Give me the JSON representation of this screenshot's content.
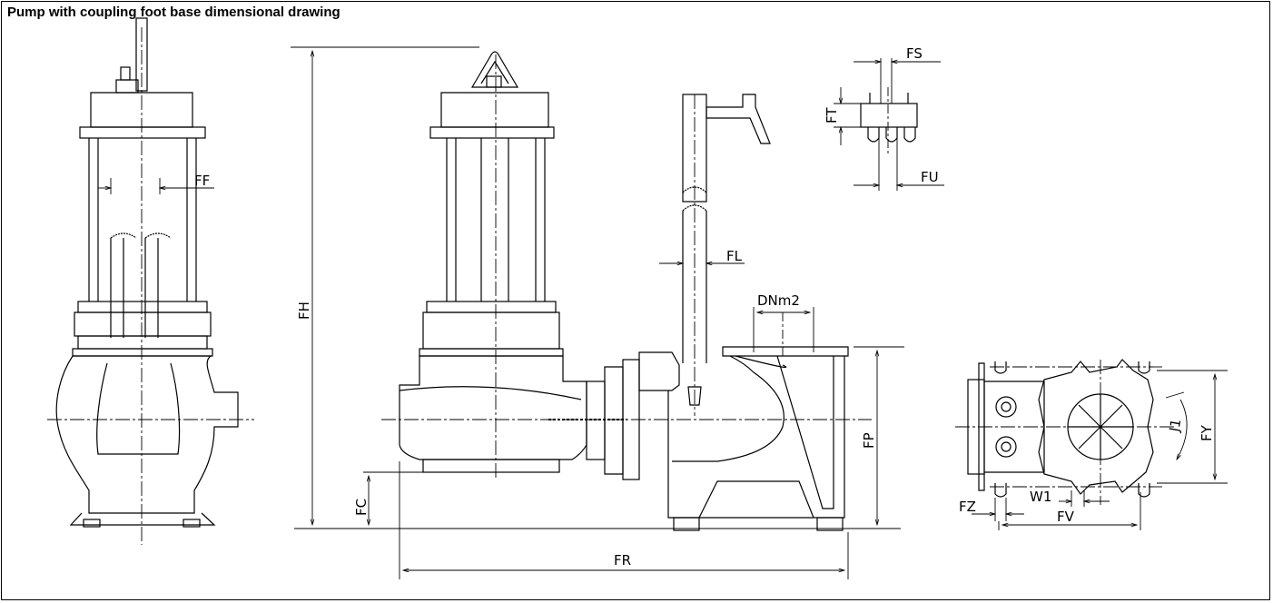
{
  "title": "Pump with coupling foot base dimensional drawing",
  "dimensions": {
    "FF": "FF",
    "FH": "FH",
    "FC": "FC",
    "FR": "FR",
    "FL": "FL",
    "DNm2": "DNm2",
    "FP": "FP",
    "FS": "FS",
    "FT": "FT",
    "FU": "FU",
    "J1": "J1",
    "FY": "FY",
    "FZ": "FZ",
    "W1": "W1",
    "FV": "FV"
  },
  "colors": {
    "line": "#000000",
    "background": "#ffffff"
  }
}
